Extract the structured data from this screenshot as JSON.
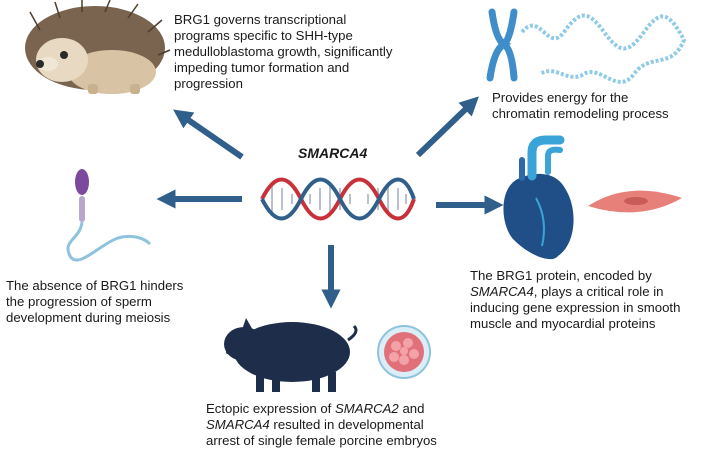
{
  "center": {
    "gene_label": "SMARCA4"
  },
  "captions": {
    "hedgehog": [
      "BRG1 governs transcriptional",
      "programs specific to SHH-type",
      "medulloblastoma growth, significantly",
      "impeding tumor formation and",
      "progression"
    ],
    "chromosome": [
      "Provides energy for the",
      "chromatin remodeling process"
    ],
    "sperm": [
      "The absence of BRG1 hinders",
      "the progression of sperm",
      "development during meiosis"
    ],
    "heart": {
      "line1": "The BRG1 protein, encoded by",
      "line2_gene": "SMARCA4",
      "line2_rest": ", plays a critical role in",
      "line3": "inducing gene expression in smooth",
      "line4": "muscle and myocardial proteins"
    },
    "pig": {
      "line1_pre": "Ectopic expression of ",
      "line1_gene": "SMARCA2",
      "line1_post": " and",
      "line2_gene": "SMARCA4",
      "line2_rest": " resulted in developmental",
      "line3": "arrest of single female porcine embryos"
    }
  },
  "colors": {
    "arrow": "#2f5f8a",
    "dna_red": "#c8313a",
    "dna_blue": "#2f5f8a",
    "chromosome": "#3f8ec9",
    "heart": "#1f4f86",
    "heart_vessel": "#3aa3d8",
    "muscle": "#e8807a",
    "pig": "#1e2e4a",
    "sperm_head": "#7b4a9e",
    "sperm_tail": "#8ec3dd",
    "embryo": "#e0717a",
    "hedgehog_body": "#d8c3a4"
  },
  "icons": [
    "hedgehog-icon",
    "chromosome-icon",
    "sperm-icon",
    "heart-icon",
    "muscle-cell-icon",
    "pig-icon",
    "embryo-icon",
    "dna-icon"
  ]
}
